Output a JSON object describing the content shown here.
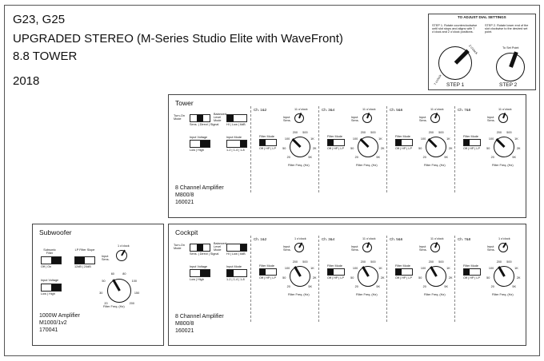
{
  "header": {
    "models": "G23, G25",
    "title": "UPGRADED STEREO (M-Series Studio Elite with WaveFront)",
    "tower": "8.8 TOWER",
    "year": "2018"
  },
  "instructions": {
    "title": "TO ADJUST DIAL SETTINGS",
    "step1_text": "STEP 1. Rotate counterclockwise until slot stops and aligns with 7 o'clock and 2 o'clock positions.",
    "step2_text": "STEP 2. Rotate lower end of the slot clockwise to the desired set point.",
    "step1_label": "STEP 1",
    "step2_label": "STEP 2",
    "set_point": "To Set Point",
    "pos7": "7 o'clock",
    "pos2": "2 o'clock"
  },
  "tower": {
    "label": "Tower",
    "amp_name": "8 Channel Amplifier",
    "amp_model": "M800/8",
    "amp_part": "160021",
    "turn_on": "Turn-On Mode",
    "turn_on_opts": "Sens. | Direct | Signal",
    "bal_level": "Balanced Level Mode",
    "bal_opts": "HI | Low | 6dB",
    "input_voltage": "Input Voltage",
    "input_voltage_opts": "Low | High",
    "input_mode": "Input Mode",
    "input_mode_opts": "1-2 | 1-4 | 1-8",
    "channels": [
      {
        "label": "Ch. 1&2",
        "clock": "11 o'clock"
      },
      {
        "label": "Ch. 3&4",
        "clock": "11 o'clock"
      },
      {
        "label": "Ch. 5&6",
        "clock": "11 o'clock"
      },
      {
        "label": "Ch. 7&8",
        "clock": "11 o'clock"
      }
    ]
  },
  "cockpit": {
    "label": "Cockpit",
    "amp_name": "8 Channel Amplifier",
    "amp_model": "M800/8",
    "amp_part": "160021",
    "channels": [
      {
        "label": "Ch. 1&2",
        "clock": "1 o'clock"
      },
      {
        "label": "Ch. 3&4",
        "clock": "11 o'clock"
      },
      {
        "label": "Ch. 5&6",
        "clock": "11 o'clock"
      },
      {
        "label": "Ch. 7&8",
        "clock": "1 o'clock"
      }
    ]
  },
  "channel_common": {
    "input_sens": "Input Sens.",
    "filter_mode": "Filter Mode",
    "filter_opts": "Off | HP | LP",
    "filter_freq": "Filter Freq. (Hz)",
    "ticks": [
      "20",
      "50",
      "100",
      "200",
      "500",
      "1K",
      "2K",
      "5K"
    ]
  },
  "subwoofer": {
    "label": "Subwoofer",
    "amp_name": "1000W Amplifier",
    "amp_model": "M1000/1v2",
    "amp_part": "170041",
    "clock": "1 o'clock",
    "subsonic": "Subsonic Filter",
    "subsonic_opts": "Off | On",
    "lp_filter": "LP Filter Slope",
    "lp_opts": "12dB | 24dB",
    "input_voltage": "Input Voltage",
    "input_voltage_opts": "Low | High",
    "input_sens": "Input Sens.",
    "filter_freq": "Filter Freq. (Hz)",
    "ticks": [
      "20",
      "30",
      "50",
      "60",
      "80",
      "100",
      "150",
      "200"
    ]
  }
}
